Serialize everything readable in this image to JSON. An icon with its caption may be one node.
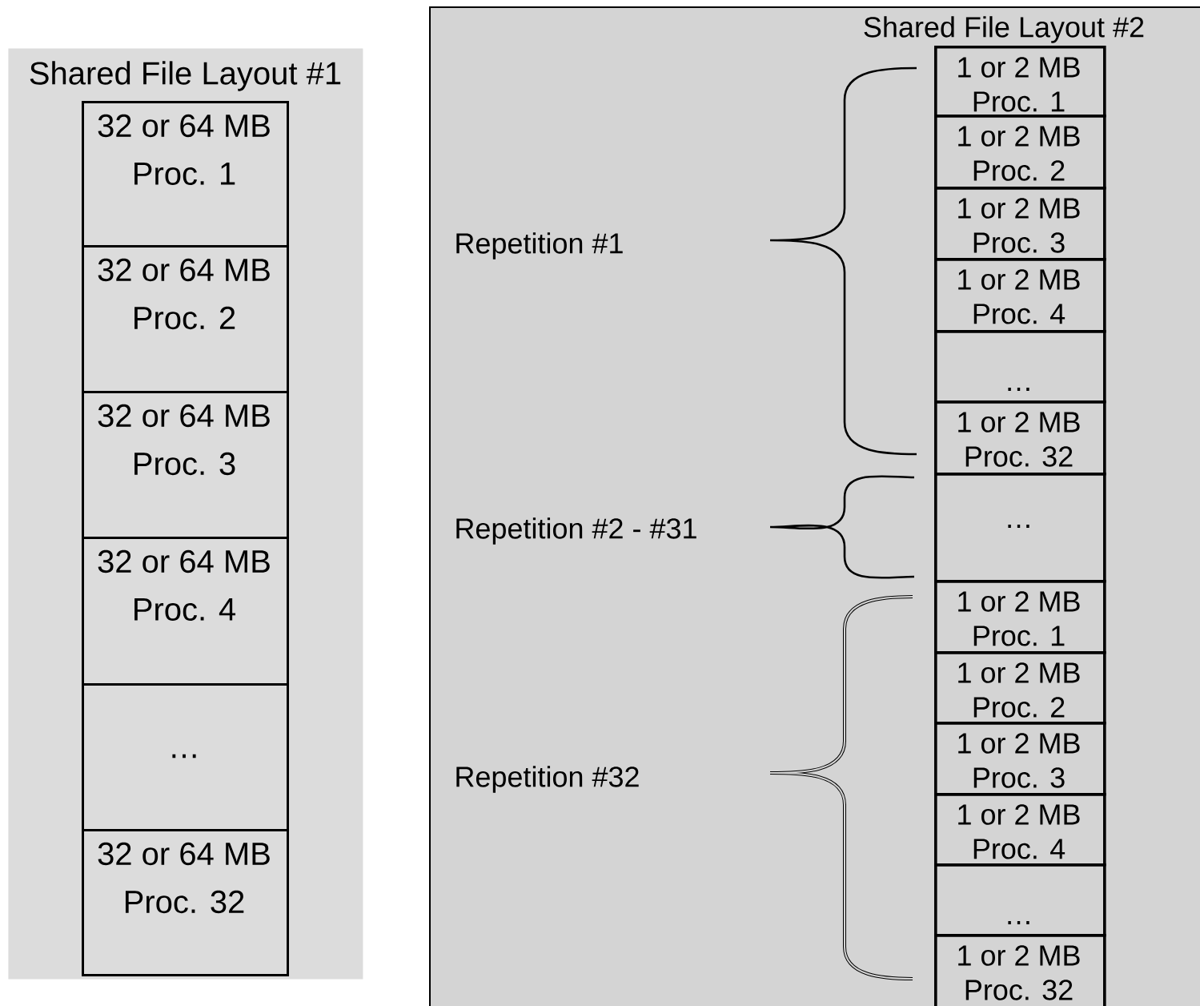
{
  "diagram": {
    "nodes": [
      {
        "text": [
          "Shared File Layout #1"
        ]
      },
      {
        "text": [
          "32 or 64 MB",
          "Proc. 1"
        ],
        "in": 0
      },
      {
        "text": [
          "32 or 64 MB",
          "Proc. 2"
        ],
        "in": 0
      },
      {
        "text": [
          "32 or 64 MB",
          "Proc. 3"
        ],
        "in": 0
      },
      {
        "text": [
          "32 or 64 MB",
          "Proc. 4"
        ],
        "in": 0
      },
      {
        "text": [
          "…"
        ],
        "in": 0
      },
      {
        "text": [
          "32 or 64 MB",
          "Proc. 32"
        ],
        "in": 0
      },
      {
        "text": [
          "Shared File Layout #2"
        ]
      },
      {
        "text": [
          "1 or 2 MB",
          "Proc. 1"
        ],
        "in": 7
      },
      {
        "text": [
          "1 or 2 MB",
          "Proc. 2"
        ],
        "in": 7
      },
      {
        "text": [
          "1 or 2 MB",
          "Proc. 3"
        ],
        "in": 7
      },
      {
        "text": [
          "1 or 2 MB",
          "Proc. 4"
        ],
        "in": 7
      },
      {
        "text": [
          "…"
        ],
        "in": 7
      },
      {
        "text": [
          "1 or 2 MB",
          "Proc. 32"
        ],
        "in": 7
      },
      {
        "text": [
          "…"
        ],
        "in": 7
      },
      {
        "text": [
          "1 or 2 MB",
          "Proc. 1"
        ],
        "in": 7
      },
      {
        "text": [
          "1 or 2 MB",
          "Proc. 2"
        ],
        "in": 7
      },
      {
        "text": [
          "1 or 2 MB",
          "Proc. 3"
        ],
        "in": 7
      },
      {
        "text": [
          "1 or 2 MB",
          "Proc. 4"
        ],
        "in": 7
      },
      {
        "text": [
          "…"
        ],
        "in": 7
      },
      {
        "text": [
          "1 or 2 MB",
          "Proc. 32"
        ],
        "in": 7
      }
    ],
    "labels": [
      "Repetition #1",
      "Repetition #2 - #31",
      "Repetition #32"
    ]
  }
}
